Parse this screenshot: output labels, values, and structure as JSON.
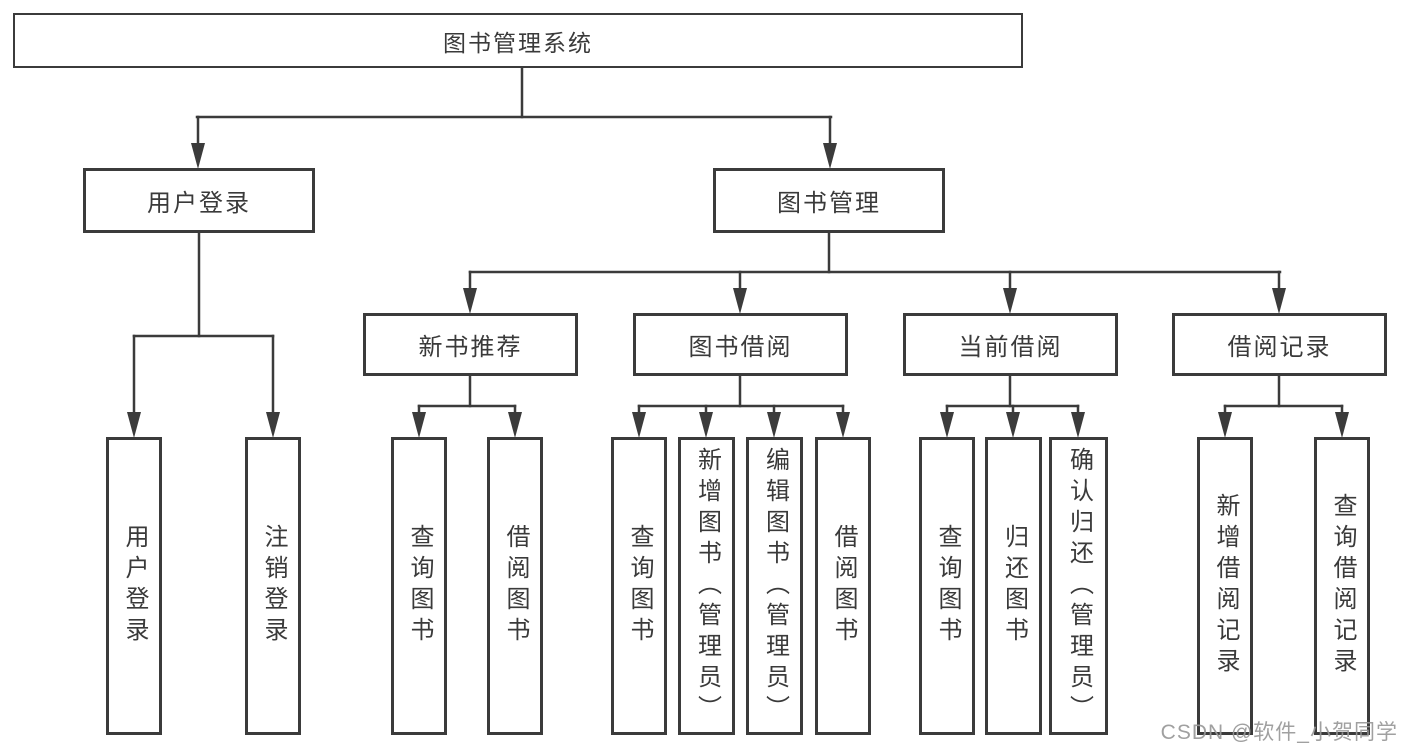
{
  "tree": {
    "root": {
      "label": "图书管理系统",
      "children": [
        {
          "label": "用户登录",
          "children": [
            {
              "label": "用户登录"
            },
            {
              "label": "注销登录"
            }
          ]
        },
        {
          "label": "图书管理",
          "children": [
            {
              "label": "新书推荐",
              "children": [
                {
                  "label": "查询图书"
                },
                {
                  "label": "借阅图书"
                }
              ]
            },
            {
              "label": "图书借阅",
              "children": [
                {
                  "label": "查询图书"
                },
                {
                  "label": "新增图书（管理员）"
                },
                {
                  "label": "编辑图书（管理员）"
                },
                {
                  "label": "借阅图书"
                }
              ]
            },
            {
              "label": "当前借阅",
              "children": [
                {
                  "label": "查询图书"
                },
                {
                  "label": "归还图书"
                },
                {
                  "label": "确认归还（管理员）"
                }
              ]
            },
            {
              "label": "借阅记录",
              "children": [
                {
                  "label": "新增借阅记录"
                },
                {
                  "label": "查询借阅记录"
                }
              ]
            }
          ]
        }
      ]
    }
  },
  "watermark": {
    "text": "CSDN @软件_小贺同学"
  },
  "colors": {
    "line": "#3b3b3b",
    "text": "#3a3a3a",
    "box_background": "#ffffff",
    "watermark": "#989898"
  }
}
